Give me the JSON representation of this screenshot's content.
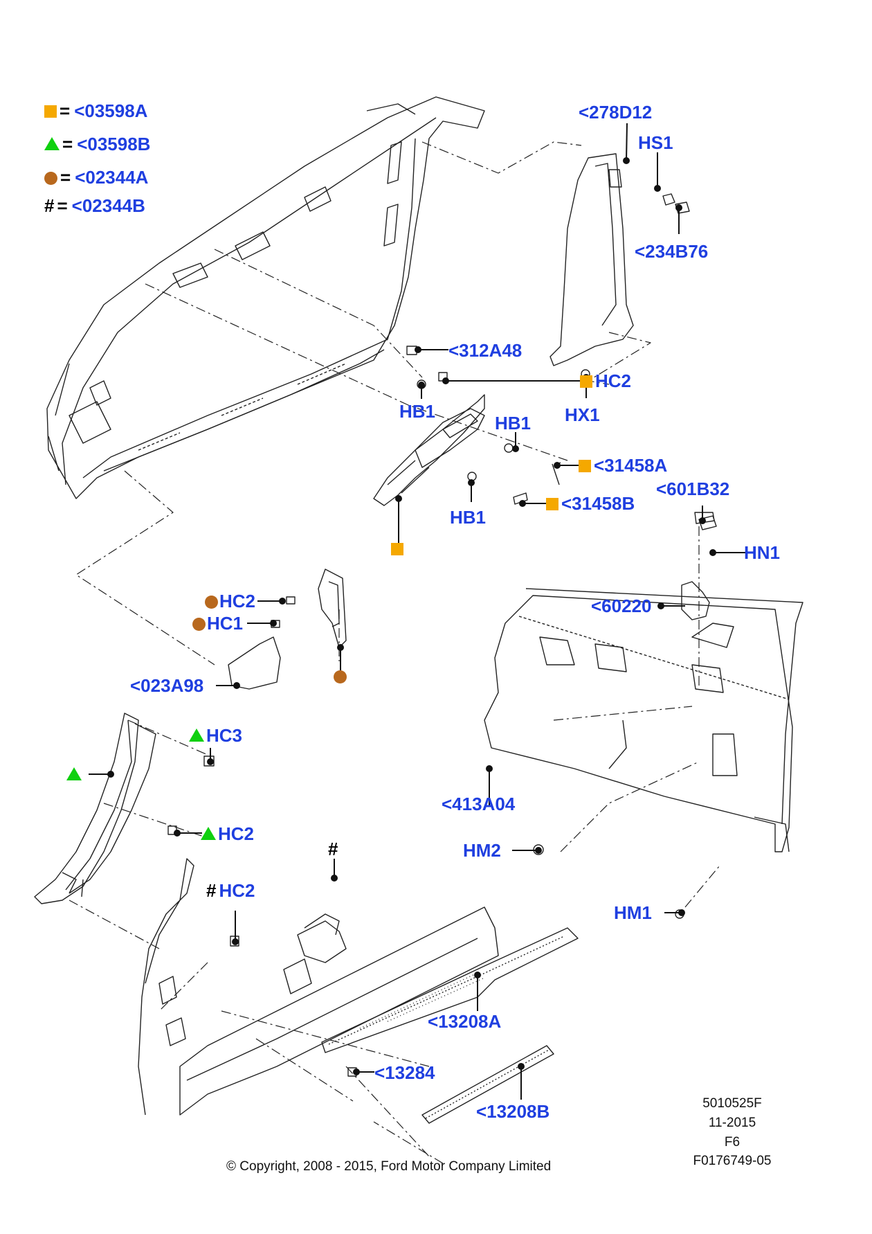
{
  "legend": [
    {
      "symbol": "orange-square",
      "text": "<03598A"
    },
    {
      "symbol": "green-triangle",
      "text": "<03598B"
    },
    {
      "symbol": "brown-circle",
      "text": "<02344A"
    },
    {
      "symbol": "hash",
      "text": "<02344B"
    }
  ],
  "legend_eq": "=",
  "hash_char": "#",
  "callouts": {
    "c278d12": "<278D12",
    "hs1": "HS1",
    "c234b76": "<234B76",
    "c312a48": "<312A48",
    "hc2_a": "HC2",
    "hb1_a": "HB1",
    "hb1_b": "HB1",
    "hx1": "HX1",
    "c31458a": "<31458A",
    "c31458b": "<31458B",
    "hb1_c": "HB1",
    "c601b32": "<601B32",
    "hn1": "HN1",
    "c60220": "<60220",
    "hc2_b": "HC2",
    "hc1": "HC1",
    "c023a98": "<023A98",
    "hc3": "HC3",
    "hc2_c": "HC2",
    "hc2_d": "HC2",
    "c413a04": "<413A04",
    "hm2": "HM2",
    "hm1": "HM1",
    "c13208a": "<13208A",
    "c13284": "<13284",
    "c13208b": "<13208B"
  },
  "colors": {
    "callout": "#1f3fe0",
    "orange": "#f5a800",
    "green": "#10d010",
    "brown": "#b8681d",
    "line": "#222222"
  },
  "meta": {
    "code": "5010525F",
    "date": "11-2015",
    "page": "F6",
    "ref": "F0176749-05"
  },
  "copyright": "© Copyright, 2008 - 2015, Ford Motor Company Limited"
}
